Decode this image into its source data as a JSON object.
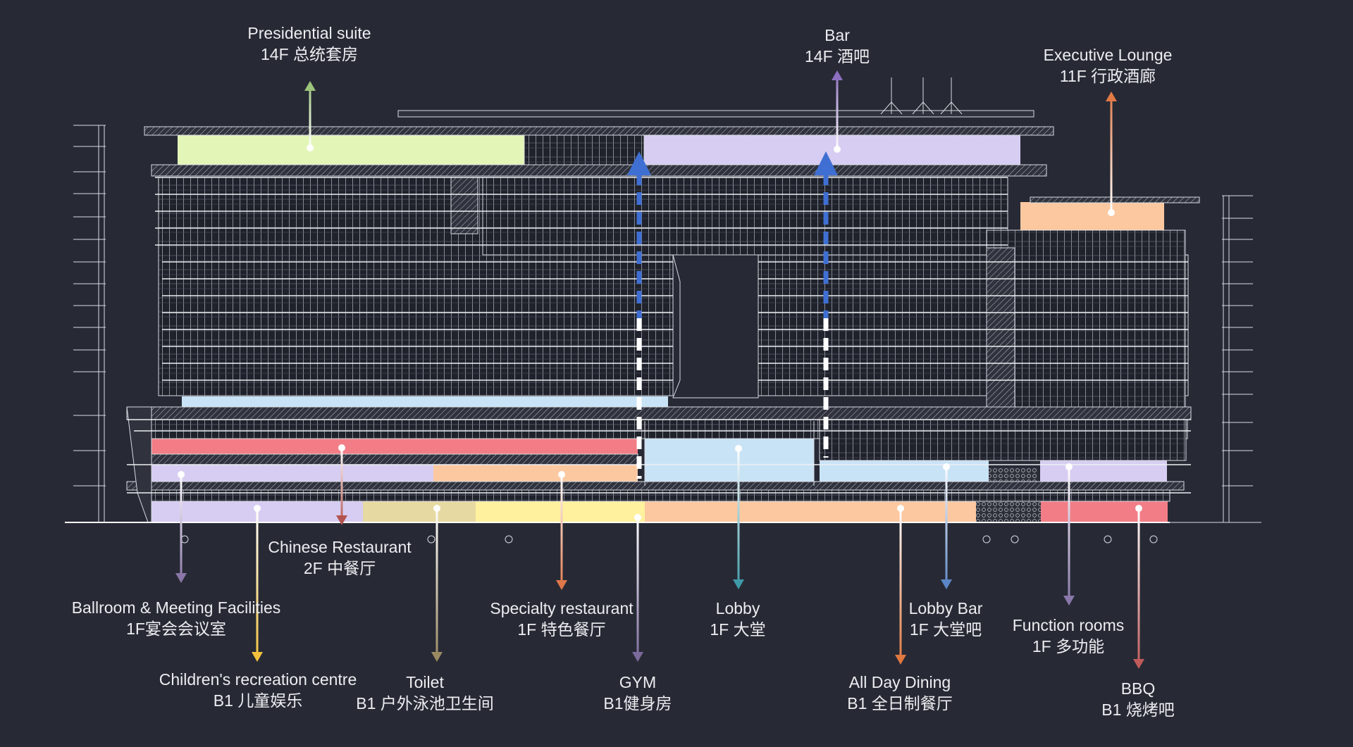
{
  "labels": [
    {
      "id": "presidential-suite",
      "en": "Presidential suite",
      "cn": "14F 总统套房",
      "color": "#9cc47a"
    },
    {
      "id": "bar",
      "en": "Bar",
      "cn": "14F 酒吧",
      "color": "#8d6fc0"
    },
    {
      "id": "executive-lounge",
      "en": "Executive Lounge",
      "cn": "11F 行政酒廊",
      "color": "#e27a45"
    },
    {
      "id": "chinese-restaurant",
      "en": "Chinese Restaurant",
      "cn": "2F 中餐厅",
      "color": "#b4534f"
    },
    {
      "id": "ballroom",
      "en": "Ballroom & Meeting Facilities",
      "cn": "1F宴会会议室",
      "color": "#8b76a8"
    },
    {
      "id": "childrens-recreation",
      "en": "Children's recreation centre",
      "cn": "B1 儿童娱乐",
      "color": "#f2c23c"
    },
    {
      "id": "toilet",
      "en": "Toilet",
      "cn": "B1 户外泳池卫生间",
      "color": "#9a8a62"
    },
    {
      "id": "specialty-restaurant",
      "en": "Specialty restaurant",
      "cn": "1F 特色餐厅",
      "color": "#e0774a"
    },
    {
      "id": "gym",
      "en": "GYM",
      "cn": "B1健身房",
      "color": "#7c6a9c"
    },
    {
      "id": "lobby",
      "en": "Lobby",
      "cn": "1F 大堂",
      "color": "#3f9aa8"
    },
    {
      "id": "lobby-bar",
      "en": "Lobby Bar",
      "cn": "1F 大堂吧",
      "color": "#5b86c6"
    },
    {
      "id": "all-day-dining",
      "en": "All Day Dining",
      "cn": "B1 全日制餐厅",
      "color": "#e0773f"
    },
    {
      "id": "function-rooms",
      "en": "Function rooms",
      "cn": "1F 多功能",
      "color": "#8877a8"
    },
    {
      "id": "bbq",
      "en": "BBQ",
      "cn": "B1 烧烤吧",
      "color": "#c05a5a"
    }
  ],
  "colors": {
    "background": "#272a35",
    "linework": "#d9dbe2",
    "text": "#ecedf0",
    "green": "#e3f6b7",
    "lavender": "#d7cdf2",
    "peach": "#fcc8a0",
    "lightblue": "#c9e3f6",
    "red": "#f27d86",
    "yellow": "#fff19e",
    "elevator": "#3f6fd3"
  }
}
